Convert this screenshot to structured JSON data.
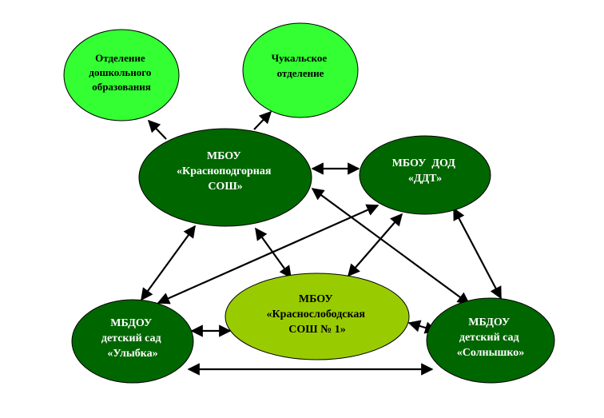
{
  "colors": {
    "light_green": "#33ff33",
    "dark_green": "#006600",
    "olive_green": "#99cc00",
    "outline": "#000000",
    "background": "#ffffff"
  },
  "nodes": {
    "preschool_dept": {
      "lines": [
        "Отделение",
        "дошкольного",
        "образования"
      ],
      "fill": "light"
    },
    "chukal_dept": {
      "lines": [
        "Чукальское",
        "отделение"
      ],
      "fill": "light"
    },
    "krasnopodgornaya": {
      "lines": [
        "МБОУ",
        "«Красноподгорная",
        "СОШ»"
      ],
      "fill": "dark"
    },
    "ddt": {
      "lines": [
        "МБОУ  ДОД",
        "«ДДТ»"
      ],
      "fill": "dark"
    },
    "ulybka": {
      "lines": [
        "МБДОУ",
        "детский сад",
        "«Улыбка»"
      ],
      "fill": "dark"
    },
    "krasnoslobodskaya": {
      "lines": [
        "МБОУ",
        "«Краснослободская",
        "СОШ № 1»"
      ],
      "fill": "olive"
    },
    "solnyshko": {
      "lines": [
        "МБДОУ",
        "детский сад",
        "«Солнышко»"
      ],
      "fill": "dark"
    }
  },
  "edges": [
    {
      "from": "krasnopodgornaya",
      "to": "preschool_dept",
      "kind": "single"
    },
    {
      "from": "krasnopodgornaya",
      "to": "chukal_dept",
      "kind": "single"
    },
    {
      "from": "krasnopodgornaya",
      "to": "ddt",
      "kind": "double"
    },
    {
      "from": "krasnopodgornaya",
      "to": "ulybka",
      "kind": "double"
    },
    {
      "from": "krasnopodgornaya",
      "to": "krasnoslobodskaya",
      "kind": "double"
    },
    {
      "from": "krasnopodgornaya",
      "to": "solnyshko",
      "kind": "double"
    },
    {
      "from": "ddt",
      "to": "ulybka",
      "kind": "double"
    },
    {
      "from": "ddt",
      "to": "krasnoslobodskaya",
      "kind": "double"
    },
    {
      "from": "ddt",
      "to": "solnyshko",
      "kind": "double"
    },
    {
      "from": "ulybka",
      "to": "krasnoslobodskaya",
      "kind": "double"
    },
    {
      "from": "krasnoslobodskaya",
      "to": "solnyshko",
      "kind": "double"
    },
    {
      "from": "ulybka",
      "to": "solnyshko",
      "kind": "double"
    }
  ]
}
